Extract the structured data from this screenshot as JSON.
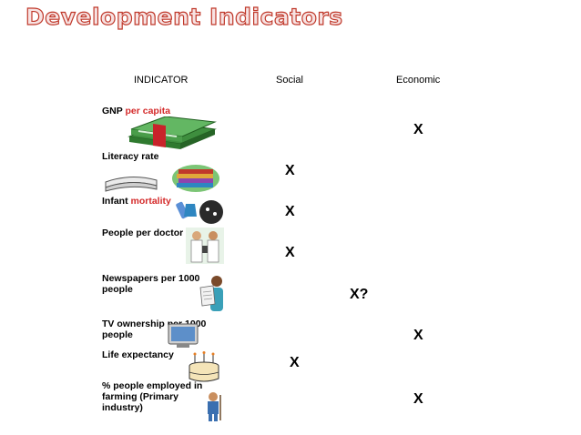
{
  "title": "Development Indicators",
  "headers": {
    "indicator": "INDICATOR",
    "social": "Social",
    "economic": "Economic"
  },
  "rows": [
    {
      "label_a": "GNP ",
      "label_b": "per capita",
      "mark": "X",
      "column": "Economic"
    },
    {
      "label": "Literacy rate",
      "mark": "X",
      "column": "Social"
    },
    {
      "label_a": "Infant ",
      "label_b": "mortality",
      "mark": "X",
      "column": "Social"
    },
    {
      "label": "People per doctor",
      "mark": "X",
      "column": "Social"
    },
    {
      "label_1": "Newspapers per 1000",
      "label_2": "people",
      "mark": "X?",
      "column": "between Social and Economic"
    },
    {
      "label_1": "TV ownership per 1000",
      "label_2": "people",
      "mark": "X",
      "column": "Economic"
    },
    {
      "label": "Life expectancy",
      "mark": "X",
      "column": "Social"
    },
    {
      "label_1": "% people employed in",
      "label_2": "farming (Primary",
      "label_3": "industry)",
      "mark": "X",
      "column": "Economic"
    }
  ],
  "icons": [
    "money-icon",
    "books-icon",
    "medicine-icon",
    "doctor-icon",
    "newspaper-reader-icon",
    "tv-icon",
    "birthday-cake-icon",
    "farmer-icon"
  ],
  "colors": {
    "title_fill": "#f7e3e3",
    "title_outline": "#c0392b",
    "highlight": "#d42a2a"
  }
}
